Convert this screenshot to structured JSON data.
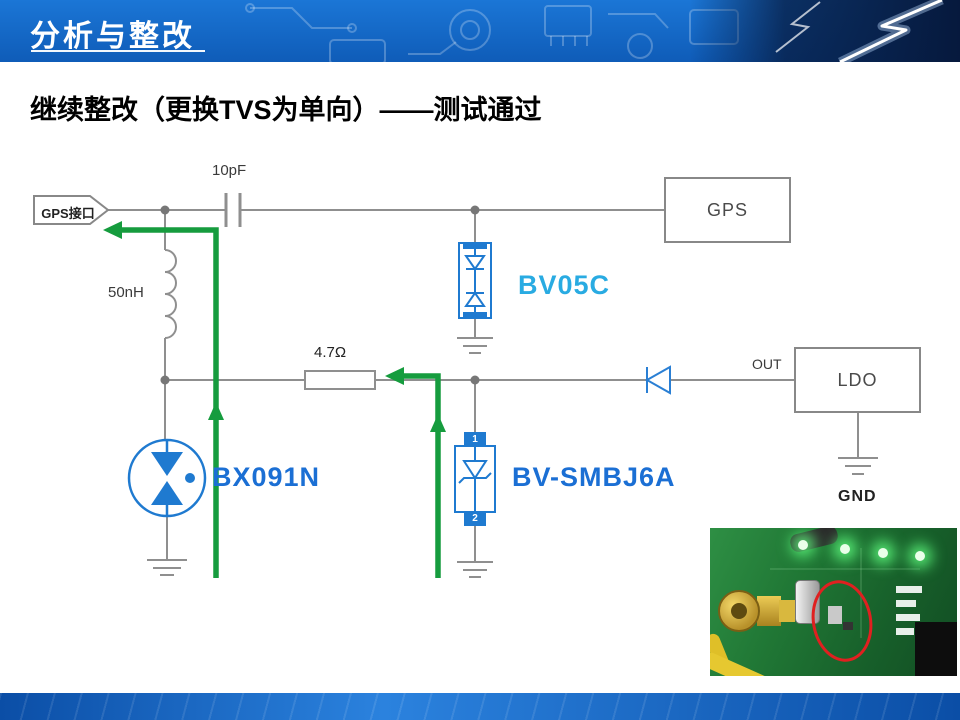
{
  "header": {
    "title": "分析与整改"
  },
  "slide": {
    "subtitle": "继续整改（更换TVS为单向）——测试通过"
  },
  "circuit": {
    "gps_port_label": "GPS接口",
    "capacitor_label": "10pF",
    "gps_box_label": "GPS",
    "tvs_top_label": "BV05C",
    "inductor_label": "50nH",
    "resistor_label": "4.7Ω",
    "out_label": "OUT",
    "ldo_box_label": "LDO",
    "gdt_label": "BX091N",
    "tvs_bottom_label": "BV-SMBJ6A",
    "tvs_bottom_pin_top": "1",
    "tvs_bottom_pin_bottom": "2",
    "gnd_label": "GND"
  },
  "colors": {
    "header_blue": "#1266c9",
    "component_blue": "#1f7ad0",
    "tvs_top_label_blue": "#29abe2",
    "device_label_blue": "#1b6fd4",
    "current_path_green": "#169c3e",
    "annotation_red": "#e02020"
  }
}
